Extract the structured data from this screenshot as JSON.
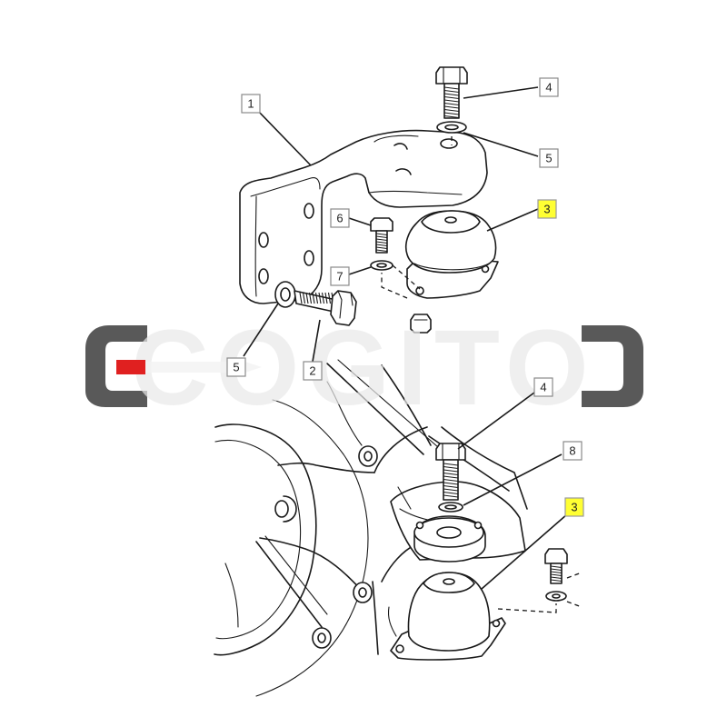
{
  "callouts": [
    {
      "id": "c1",
      "label": "1",
      "highlight": false
    },
    {
      "id": "c2",
      "label": "2",
      "highlight": false
    },
    {
      "id": "c3a",
      "label": "3",
      "highlight": true
    },
    {
      "id": "c3b",
      "label": "3",
      "highlight": true
    },
    {
      "id": "c4a",
      "label": "4",
      "highlight": false
    },
    {
      "id": "c4b",
      "label": "4",
      "highlight": false
    },
    {
      "id": "c5a",
      "label": "5",
      "highlight": false
    },
    {
      "id": "c5b",
      "label": "5",
      "highlight": false
    },
    {
      "id": "c6",
      "label": "6",
      "highlight": false
    },
    {
      "id": "c7",
      "label": "7",
      "highlight": false
    },
    {
      "id": "c8",
      "label": "8",
      "highlight": false
    }
  ],
  "watermark": {
    "text": "COGITO",
    "bracket_color": "#595959",
    "arrow_color": "#e02020",
    "text_color": "#e9e9e9"
  },
  "highlight_color": "#ffff33"
}
